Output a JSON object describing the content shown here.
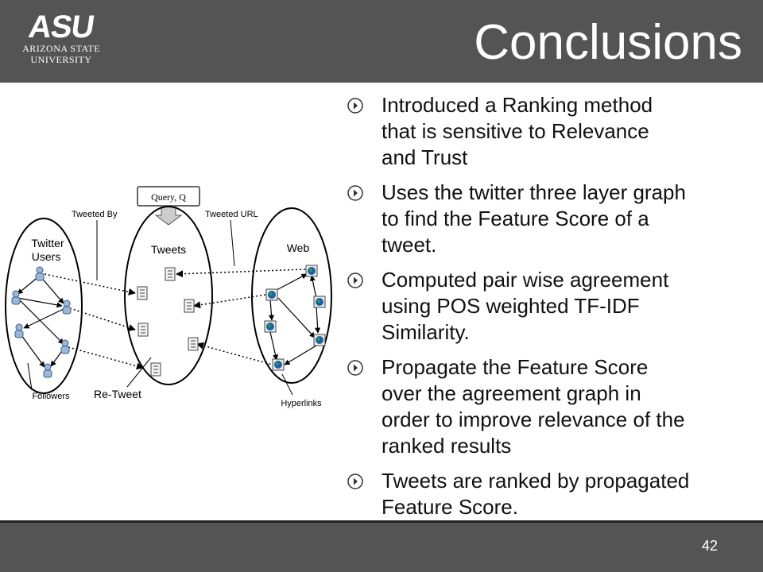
{
  "header": {
    "logo_mark": "ASU",
    "logo_line1": "ARIZONA STATE",
    "logo_line2": "UNIVERSITY",
    "title": "Conclusions"
  },
  "diagram": {
    "query_label": "Query, Q",
    "tweeted_by_label": "Tweeted By",
    "tweeted_url_label": "Tweeted URL",
    "twitter_users_label_1": "Twitter",
    "twitter_users_label_2": "Users",
    "tweets_label": "Tweets",
    "web_label": "Web",
    "followers_label": "Followers",
    "retweet_label": "Re-Tweet",
    "hyperlinks_label": "Hyperlinks"
  },
  "bullets": [
    {
      "lines": [
        "Introduced a Ranking method",
        "that is sensitive to Relevance",
        "and Trust"
      ]
    },
    {
      "lines": [
        "Uses the twitter three layer graph",
        "to find the Feature Score of a",
        "tweet."
      ]
    },
    {
      "lines": [
        "Computed pair wise agreement",
        "using POS weighted TF-IDF",
        "Similarity."
      ]
    },
    {
      "lines": [
        "Propagate the Feature Score",
        "over the agreement graph in",
        "order to improve relevance of the",
        "ranked results"
      ]
    },
    {
      "lines": [
        "Tweets are ranked by propagated",
        "Feature Score."
      ]
    }
  ],
  "footer": {
    "page_number": "42"
  },
  "colors": {
    "header_bg": "#545454",
    "text": "#111111",
    "web_node": "#1a5fa8"
  }
}
